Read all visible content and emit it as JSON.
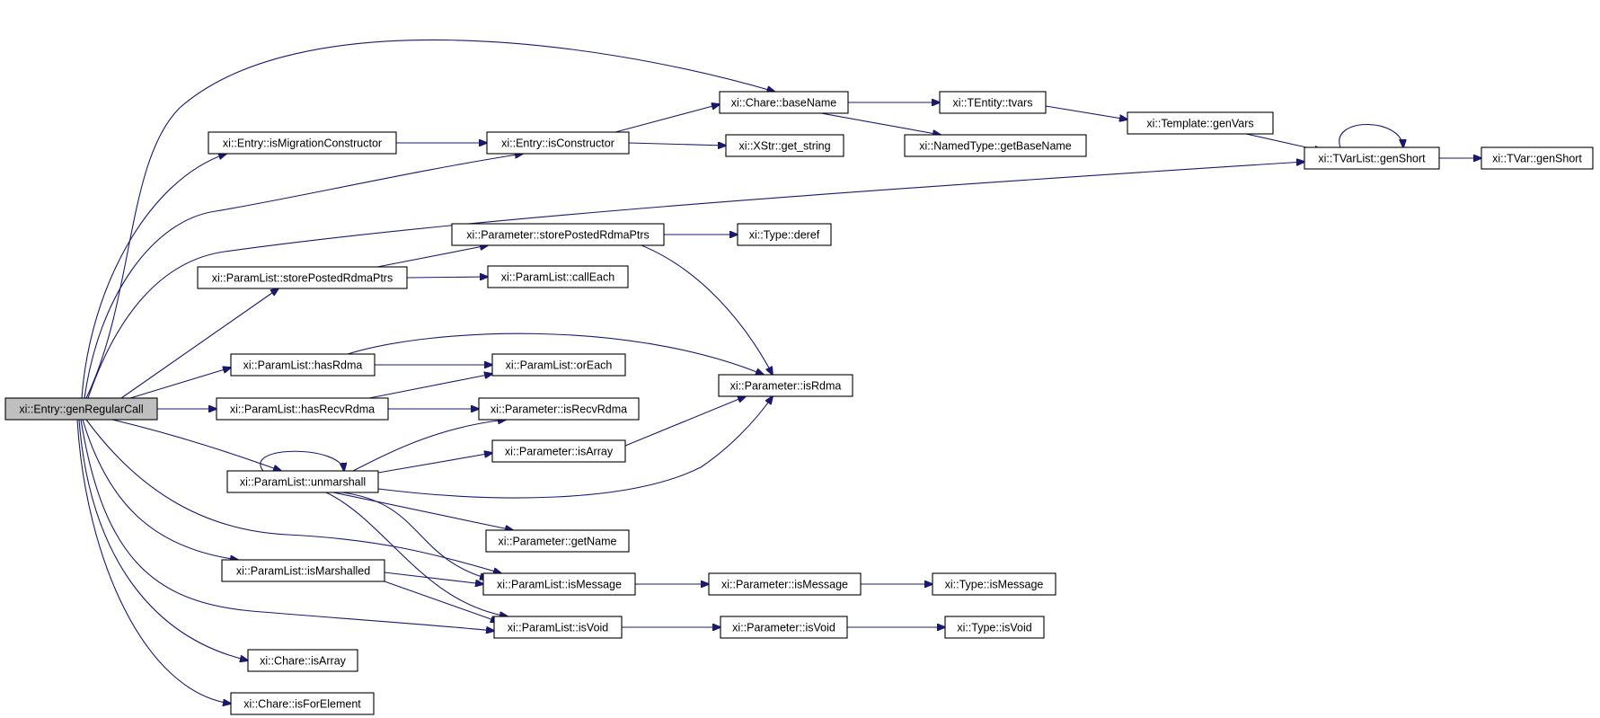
{
  "diagram": {
    "type": "call-graph",
    "root": "xi::Entry::genRegularCall",
    "nodes": [
      {
        "id": "genRegularCall",
        "label": "xi::Entry::genRegularCall",
        "root": true
      },
      {
        "id": "isMigrationConstructor",
        "label": "xi::Entry::isMigrationConstructor"
      },
      {
        "id": "isConstructor",
        "label": "xi::Entry::isConstructor"
      },
      {
        "id": "baseName",
        "label": "xi::Chare::baseName"
      },
      {
        "id": "get_string",
        "label": "xi::XStr::get_string"
      },
      {
        "id": "tvars",
        "label": "xi::TEntity::tvars"
      },
      {
        "id": "getBaseName",
        "label": "xi::NamedType::getBaseName"
      },
      {
        "id": "genVars",
        "label": "xi::Template::genVars"
      },
      {
        "id": "genShortList",
        "label": "xi::TVarList::genShort"
      },
      {
        "id": "genShortVar",
        "label": "xi::TVar::genShort"
      },
      {
        "id": "PstorePosted",
        "label": "xi::Parameter::storePostedRdmaPtrs"
      },
      {
        "id": "deref",
        "label": "xi::Type::deref"
      },
      {
        "id": "LstorePosted",
        "label": "xi::ParamList::storePostedRdmaPtrs"
      },
      {
        "id": "callEach",
        "label": "xi::ParamList::callEach"
      },
      {
        "id": "hasRdma",
        "label": "xi::ParamList::hasRdma"
      },
      {
        "id": "orEach",
        "label": "xi::ParamList::orEach"
      },
      {
        "id": "PisRdma",
        "label": "xi::Parameter::isRdma"
      },
      {
        "id": "hasRecvRdma",
        "label": "xi::ParamList::hasRecvRdma"
      },
      {
        "id": "isRecvRdma",
        "label": "xi::Parameter::isRecvRdma"
      },
      {
        "id": "PisArray",
        "label": "xi::Parameter::isArray"
      },
      {
        "id": "unmarshall",
        "label": "xi::ParamList::unmarshall"
      },
      {
        "id": "getName",
        "label": "xi::Parameter::getName"
      },
      {
        "id": "isMarshalled",
        "label": "xi::ParamList::isMarshalled"
      },
      {
        "id": "LisMessage",
        "label": "xi::ParamList::isMessage"
      },
      {
        "id": "PisMessage",
        "label": "xi::Parameter::isMessage"
      },
      {
        "id": "TisMessage",
        "label": "xi::Type::isMessage"
      },
      {
        "id": "LisVoid",
        "label": "xi::ParamList::isVoid"
      },
      {
        "id": "PisVoid",
        "label": "xi::Parameter::isVoid"
      },
      {
        "id": "TisVoid",
        "label": "xi::Type::isVoid"
      },
      {
        "id": "CisArray",
        "label": "xi::Chare::isArray"
      },
      {
        "id": "isForElement",
        "label": "xi::Chare::isForElement"
      }
    ],
    "edges": [
      [
        "genRegularCall",
        "baseName"
      ],
      [
        "genRegularCall",
        "isMigrationConstructor"
      ],
      [
        "genRegularCall",
        "isConstructor"
      ],
      [
        "genRegularCall",
        "genShortList"
      ],
      [
        "genRegularCall",
        "LstorePosted"
      ],
      [
        "genRegularCall",
        "hasRdma"
      ],
      [
        "genRegularCall",
        "hasRecvRdma"
      ],
      [
        "genRegularCall",
        "unmarshall"
      ],
      [
        "genRegularCall",
        "LisMessage"
      ],
      [
        "genRegularCall",
        "isMarshalled"
      ],
      [
        "genRegularCall",
        "LisVoid"
      ],
      [
        "genRegularCall",
        "CisArray"
      ],
      [
        "genRegularCall",
        "isForElement"
      ],
      [
        "isMigrationConstructor",
        "isConstructor"
      ],
      [
        "isConstructor",
        "baseName"
      ],
      [
        "isConstructor",
        "get_string"
      ],
      [
        "baseName",
        "tvars"
      ],
      [
        "baseName",
        "getBaseName"
      ],
      [
        "tvars",
        "genVars"
      ],
      [
        "genVars",
        "genShortList"
      ],
      [
        "genShortList",
        "genShortList"
      ],
      [
        "genShortList",
        "genShortVar"
      ],
      [
        "LstorePosted",
        "PstorePosted"
      ],
      [
        "LstorePosted",
        "callEach"
      ],
      [
        "PstorePosted",
        "deref"
      ],
      [
        "PstorePosted",
        "PisRdma"
      ],
      [
        "hasRdma",
        "orEach"
      ],
      [
        "hasRdma",
        "PisRdma"
      ],
      [
        "hasRecvRdma",
        "orEach"
      ],
      [
        "hasRecvRdma",
        "isRecvRdma"
      ],
      [
        "unmarshall",
        "unmarshall"
      ],
      [
        "unmarshall",
        "isRecvRdma"
      ],
      [
        "unmarshall",
        "PisArray"
      ],
      [
        "unmarshall",
        "PisRdma"
      ],
      [
        "unmarshall",
        "getName"
      ],
      [
        "unmarshall",
        "LisMessage"
      ],
      [
        "unmarshall",
        "LisVoid"
      ],
      [
        "PisArray",
        "PisRdma"
      ],
      [
        "isMarshalled",
        "LisMessage"
      ],
      [
        "isMarshalled",
        "LisVoid"
      ],
      [
        "LisMessage",
        "PisMessage"
      ],
      [
        "PisMessage",
        "TisMessage"
      ],
      [
        "LisVoid",
        "PisVoid"
      ],
      [
        "PisVoid",
        "TisVoid"
      ]
    ]
  },
  "colors": {
    "edge": "#191970",
    "node_border": "#000000",
    "node_fill": "#ffffff",
    "root_fill": "#bfbfbf"
  }
}
